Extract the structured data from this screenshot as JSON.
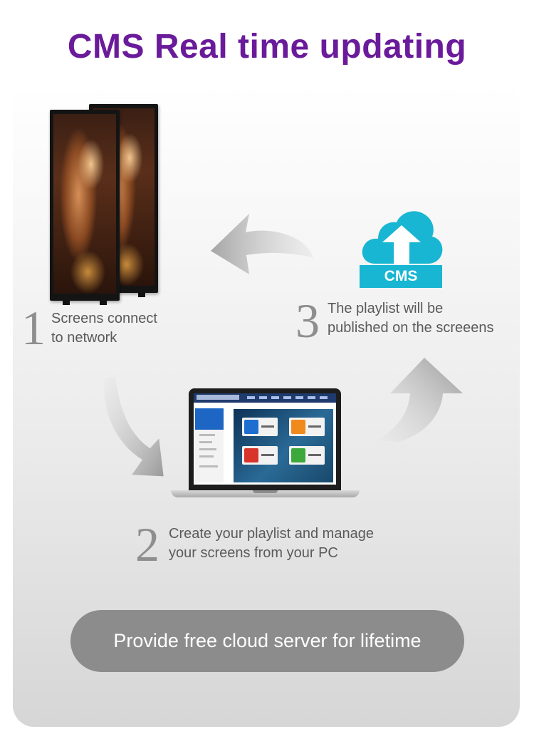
{
  "title": "CMS Real time updating",
  "steps": [
    {
      "number": "1",
      "line1": "Screens connect",
      "line2": "to network"
    },
    {
      "number": "2",
      "line1": "Create your playlist and manage",
      "line2": "your screens from your PC"
    },
    {
      "number": "3",
      "line1": "The playlist will be",
      "line2": "published on the screeens"
    }
  ],
  "cloud": {
    "label": "CMS",
    "icon": "cloud-upload-icon",
    "color": "#18b6d2"
  },
  "footer_pill": "Provide free cloud server for lifetime",
  "colors": {
    "title": "#6a1b9a",
    "arrows": "#9a9a9a",
    "pill": "#8c8c8c"
  }
}
